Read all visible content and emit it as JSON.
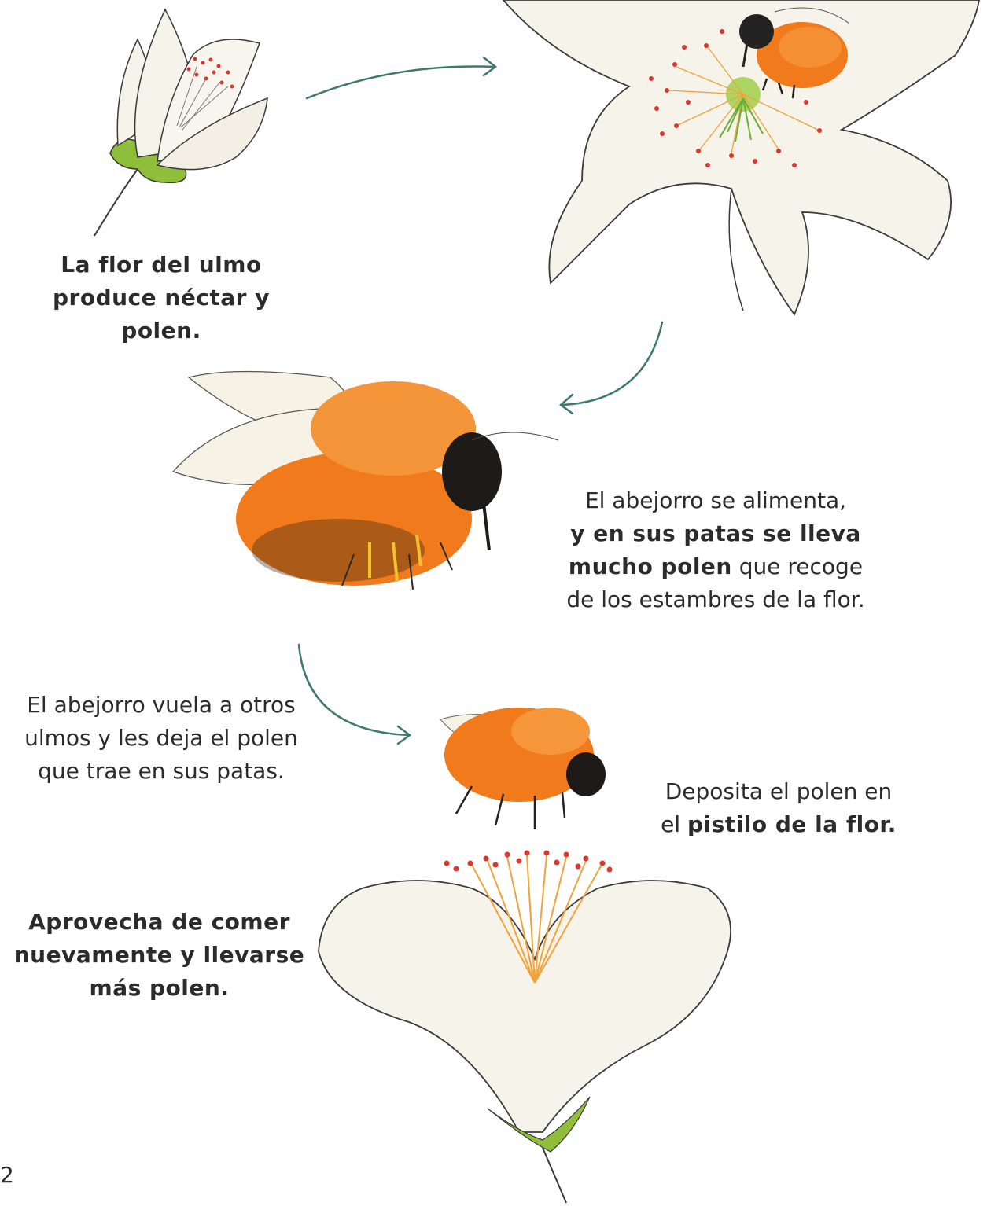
{
  "captions": {
    "flower_intro": {
      "line1": "La flor del ulmo",
      "line2": "produce néctar y polen."
    },
    "bee_feeds": {
      "line1": "El abejorro se alimenta,",
      "line2_bold": "y en sus patas se lleva",
      "line3_bold": "mucho polen",
      "line3_rest": " que recoge",
      "line4": "de los estambres de la flor."
    },
    "bee_flies": {
      "line1": "El abejorro vuela a otros",
      "line2": "ulmos y les deja el polen",
      "line3": "que trae en sus patas."
    },
    "deposit": {
      "line1": "Deposita el polen en",
      "line2_pre": "el ",
      "line2_bold": "pistilo de la flor."
    },
    "eat_again": {
      "line1": "Aprovecha de comer",
      "line2": "nuevamente y llevarse",
      "line3": "más polen."
    }
  },
  "page_number": "2",
  "colors": {
    "arrow": "#3d7a6d",
    "petal": "#f6f3ea",
    "bee_orange": "#f07a1c",
    "stamen_red": "#e0352a",
    "leaf_green": "#8fbe3a"
  },
  "illustrations": [
    "ulmo-flower-bud",
    "ulmo-flower-open-with-bee",
    "bumblebee-flying",
    "bumblebee-small",
    "ulmo-flower-side-view"
  ]
}
